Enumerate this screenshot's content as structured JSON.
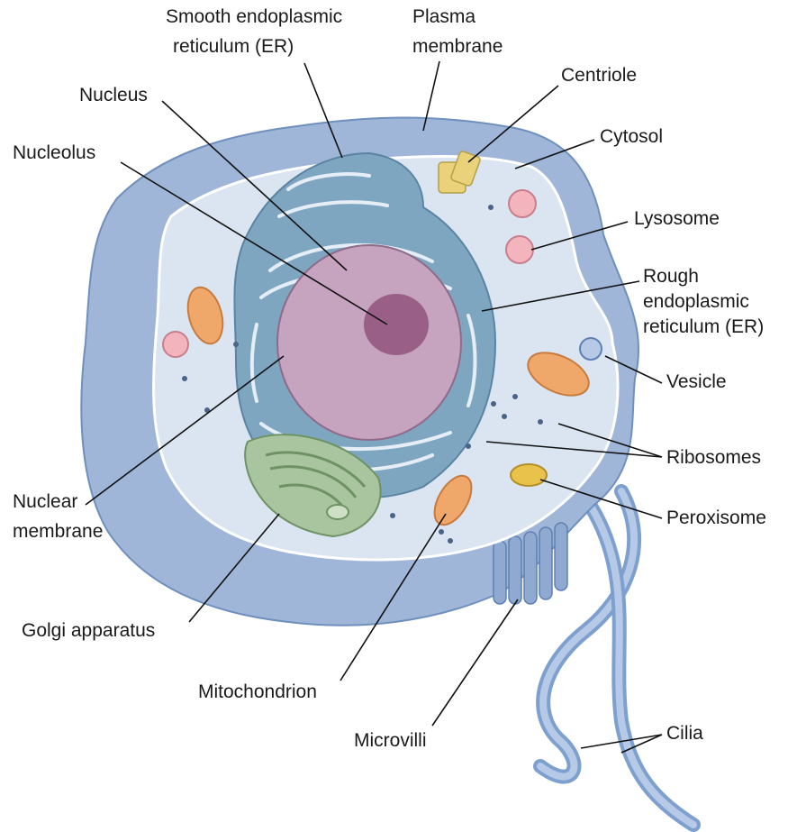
{
  "labels": {
    "smooth_er": [
      "Smooth endoplasmic",
      "reticulum (ER)"
    ],
    "plasma_membrane": [
      "Plasma",
      "membrane"
    ],
    "centriole": "Centriole",
    "nucleus": "Nucleus",
    "nucleolus": "Nucleolus",
    "cytosol": "Cytosol",
    "lysosome": "Lysosome",
    "rough_er": [
      "Rough",
      "endoplasmic",
      "reticulum (ER)"
    ],
    "vesicle": "Vesicle",
    "ribosomes": "Ribosomes",
    "peroxisome": "Peroxisome",
    "nuclear_membrane": [
      "Nuclear",
      "membrane"
    ],
    "golgi": "Golgi apparatus",
    "mitochondrion": "Mitochondrion",
    "microvilli": "Microvilli",
    "cilia": "Cilia"
  },
  "colors": {
    "outer_cell": "#9fb6d8",
    "cytoplasm": "#dbe5f1",
    "er": "#7fa6c1",
    "nucleus": "#c6a3be",
    "nucleolus": "#9a5f86",
    "golgi": "#a9c59f",
    "mitochondrion": "#f0a86a",
    "lysosome": "#f3b4bd",
    "peroxisome": "#e8c24a",
    "centriole": "#e9d27a"
  }
}
